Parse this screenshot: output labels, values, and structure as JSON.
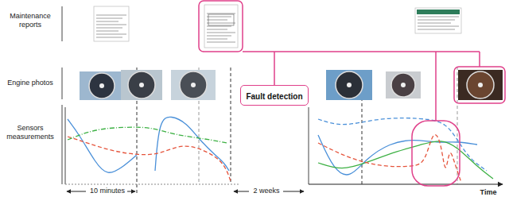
{
  "diagram": {
    "nodes": [
      {
        "text": [
          "Fault detection"
        ]
      }
    ],
    "labels": [
      "Maintenance reports",
      "Engine photos",
      "Sensors measurements",
      "10 minutes",
      "2 weeks",
      "Time"
    ]
  }
}
